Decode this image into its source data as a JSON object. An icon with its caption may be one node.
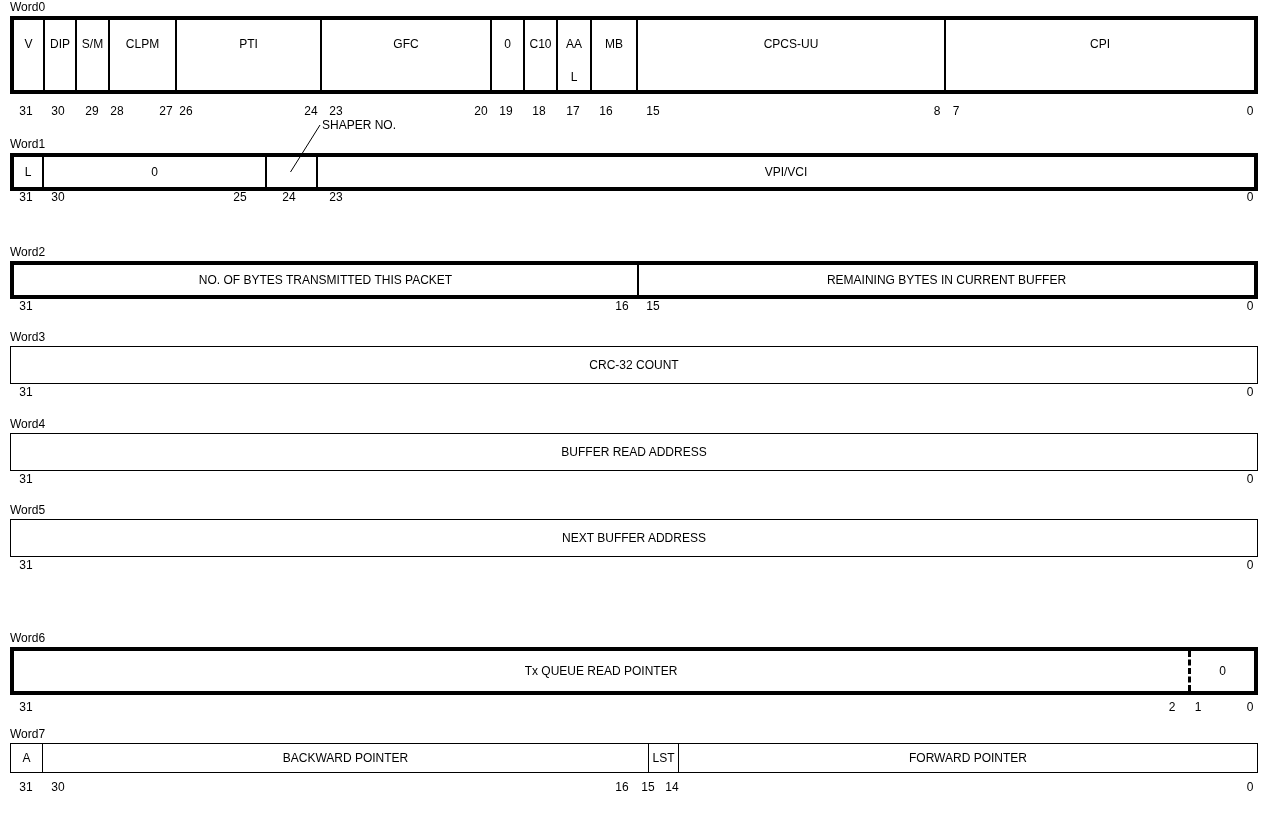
{
  "diagram": {
    "nodes": [
      {
        "text": [
          "Word0"
        ]
      },
      {
        "text": [
          "V"
        ],
        "in": 0
      },
      {
        "text": [
          "DIP"
        ],
        "in": 0
      },
      {
        "text": [
          "S/M"
        ],
        "in": 0
      },
      {
        "text": [
          "CLPM"
        ],
        "in": 0
      },
      {
        "text": [
          "PTI"
        ],
        "in": 0
      },
      {
        "text": [
          "GFC"
        ],
        "in": 0
      },
      {
        "text": [
          "0"
        ],
        "in": 0
      },
      {
        "text": [
          "C10"
        ],
        "in": 0
      },
      {
        "text": [
          "AAL"
        ],
        "in": 0
      },
      {
        "text": [
          "MB"
        ],
        "in": 0
      },
      {
        "text": [
          "CPCS-UU"
        ],
        "in": 0
      },
      {
        "text": [
          "CPI"
        ],
        "in": 0
      },
      {
        "text": [
          "Word1"
        ]
      },
      {
        "text": [
          "L"
        ],
        "in": 13
      },
      {
        "text": [
          "0"
        ],
        "in": 13
      },
      {
        "text": [],
        "shape": "box",
        "in": 13
      },
      {
        "text": [
          "VPI/VCI"
        ],
        "in": 13
      },
      {
        "text": [
          "SHAPER NO."
        ]
      },
      {
        "text": [
          "Word2"
        ]
      },
      {
        "text": [
          "NO. OF BYTES TRANSMITTED THIS PACKET"
        ],
        "in": 19
      },
      {
        "text": [
          "REMAINING BYTES IN CURRENT BUFFER"
        ],
        "in": 19
      },
      {
        "text": [
          "Word3"
        ]
      },
      {
        "text": [
          "CRC-32 COUNT"
        ],
        "in": 22
      },
      {
        "text": [
          "Word4"
        ]
      },
      {
        "text": [
          "BUFFER READ ADDRESS"
        ],
        "in": 24
      },
      {
        "text": [
          "Word5"
        ]
      },
      {
        "text": [
          "NEXT BUFFER ADDRESS"
        ],
        "in": 26
      },
      {
        "text": [
          "Word6"
        ]
      },
      {
        "text": [
          "Tx QUEUE READ POINTER"
        ],
        "in": 28
      },
      {
        "text": [
          "0"
        ],
        "in": 28
      },
      {
        "text": [
          "Word7"
        ]
      },
      {
        "text": [
          "A"
        ],
        "in": 31
      },
      {
        "text": [
          "BACKWARD POINTER"
        ],
        "in": 31
      },
      {
        "text": [
          "LST"
        ],
        "in": 31
      },
      {
        "text": [
          "FORWARD POINTER"
        ],
        "in": 31
      }
    ],
    "edges": [
      {
        "from": 18,
        "to": 16,
        "arrow": "none"
      }
    ],
    "labels": [
      "31",
      "30",
      "29",
      "28",
      "27",
      "26",
      "24",
      "23",
      "20",
      "19",
      "18",
      "17",
      "16",
      "15",
      "8",
      "7",
      "0",
      "31",
      "30",
      "25",
      "24",
      "23",
      "0",
      "31",
      "16",
      "15",
      "0",
      "31",
      "0",
      "31",
      "0",
      "31",
      "0",
      "31",
      "2",
      "1",
      "0",
      "31",
      "30",
      "16",
      "15",
      "14",
      "0"
    ]
  }
}
